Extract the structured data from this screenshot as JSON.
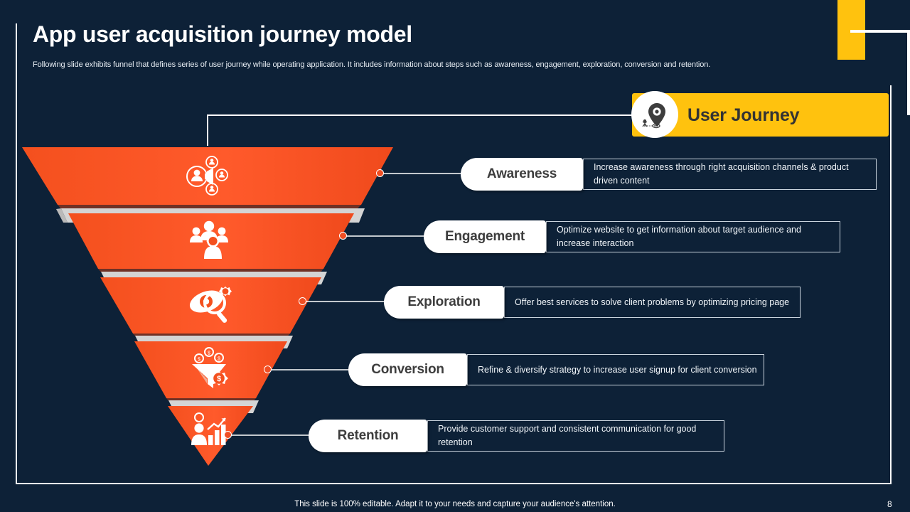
{
  "slide": {
    "title": "App user acquisition journey model",
    "subtitle": "Following slide exhibits funnel that defines series of user journey while operating application. It includes information about steps such as awareness, engagement, exploration, conversion and retention.",
    "footer_note": "This slide is 100% editable. Adapt it to your needs and capture your audience's attention.",
    "page_number": "8"
  },
  "badge": {
    "label": "User Journey",
    "icon": "map-pin-journey-icon",
    "background_color": "#ffc20e",
    "text_color": "#333333"
  },
  "theme": {
    "background": "#0d2137",
    "funnel_orange": "#f4501e",
    "funnel_orange_light": "#ff5a2b",
    "divider_gray": "#d4d4d4",
    "accent_yellow": "#ffc20e",
    "white": "#ffffff"
  },
  "funnel": {
    "stages": [
      {
        "label": "Awareness",
        "description": "Increase awareness through right acquisition channels & product driven content",
        "icon": "megaphone-audience-icon"
      },
      {
        "label": "Engagement",
        "description": "Optimize website to get information about target audience and increase interaction",
        "icon": "team-gear-icon"
      },
      {
        "label": "Exploration",
        "description": "Offer best services to solve client problems by optimizing pricing page",
        "icon": "eye-magnifier-gear-icon"
      },
      {
        "label": "Conversion",
        "description": "Refine & diversify strategy to increase user signup for client conversion",
        "icon": "funnel-coins-dollar-icon"
      },
      {
        "label": "Retention",
        "description": "Provide customer support and consistent communication for good retention",
        "icon": "person-growth-chart-icon"
      }
    ]
  }
}
